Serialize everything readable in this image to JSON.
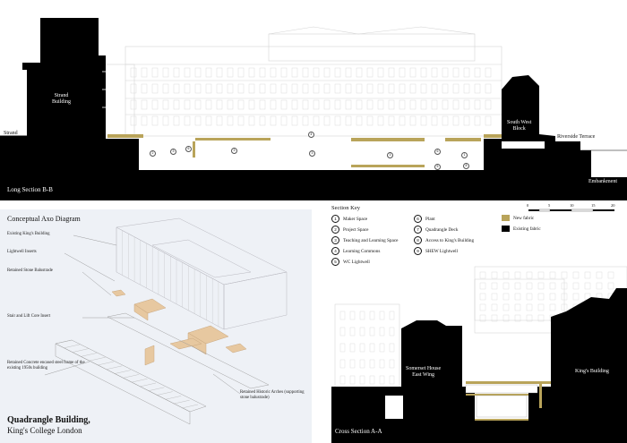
{
  "long_section": {
    "caption": "Long Section B-B",
    "labels": {
      "strand_building": "Strand\nBuilding",
      "strand": "Strand",
      "south_west_block": "South West\nBlock",
      "riverside_terrace": "Riverside Terrace",
      "embankment": "Embankment"
    },
    "room_numbers": [
      "2",
      "6",
      "3",
      "3",
      "3",
      "4",
      "3",
      "6",
      "5",
      "1",
      "8"
    ]
  },
  "axo": {
    "title": "Conceptual Axo Diagram",
    "callouts": [
      "Existing King's Building",
      "Lightwell Inserts",
      "Retained Stone Balustrade",
      "Stair and Lift Core Insert",
      "Retained Concrete encased steel frame of the existing 1950s building",
      "Retained Historic Arches (supporting stone balustrade)"
    ],
    "project_title": "Quadrangle Building,",
    "project_subtitle": "King's College London"
  },
  "section_key": {
    "title": "Section Key",
    "items": [
      {
        "num": "1",
        "label": "Maker Space"
      },
      {
        "num": "2",
        "label": "Project Space"
      },
      {
        "num": "3",
        "label": "Teaching and Learning Space"
      },
      {
        "num": "4",
        "label": "Learning Commons"
      },
      {
        "num": "5",
        "label": "WC Lightwell"
      },
      {
        "num": "6",
        "label": "Plant"
      },
      {
        "num": "7",
        "label": "Quadrangle Deck"
      },
      {
        "num": "8",
        "label": "Access to King's Building"
      },
      {
        "num": "9",
        "label": "SHEW Lightwell"
      }
    ],
    "legend": [
      {
        "label": "New fabric",
        "color": "#b9a45a"
      },
      {
        "label": "Existing fabric",
        "color": "#000000"
      }
    ],
    "scale_ticks": [
      "0",
      "5",
      "10",
      "15",
      "20"
    ]
  },
  "cross_section": {
    "caption": "Cross Section A-A",
    "labels": {
      "somerset_house": "Somerset House\nEast Wing",
      "kings_building": "King's Building"
    }
  },
  "colors": {
    "black": "#000000",
    "new_fabric": "#b9a45a",
    "line": "#c8c8c8"
  }
}
